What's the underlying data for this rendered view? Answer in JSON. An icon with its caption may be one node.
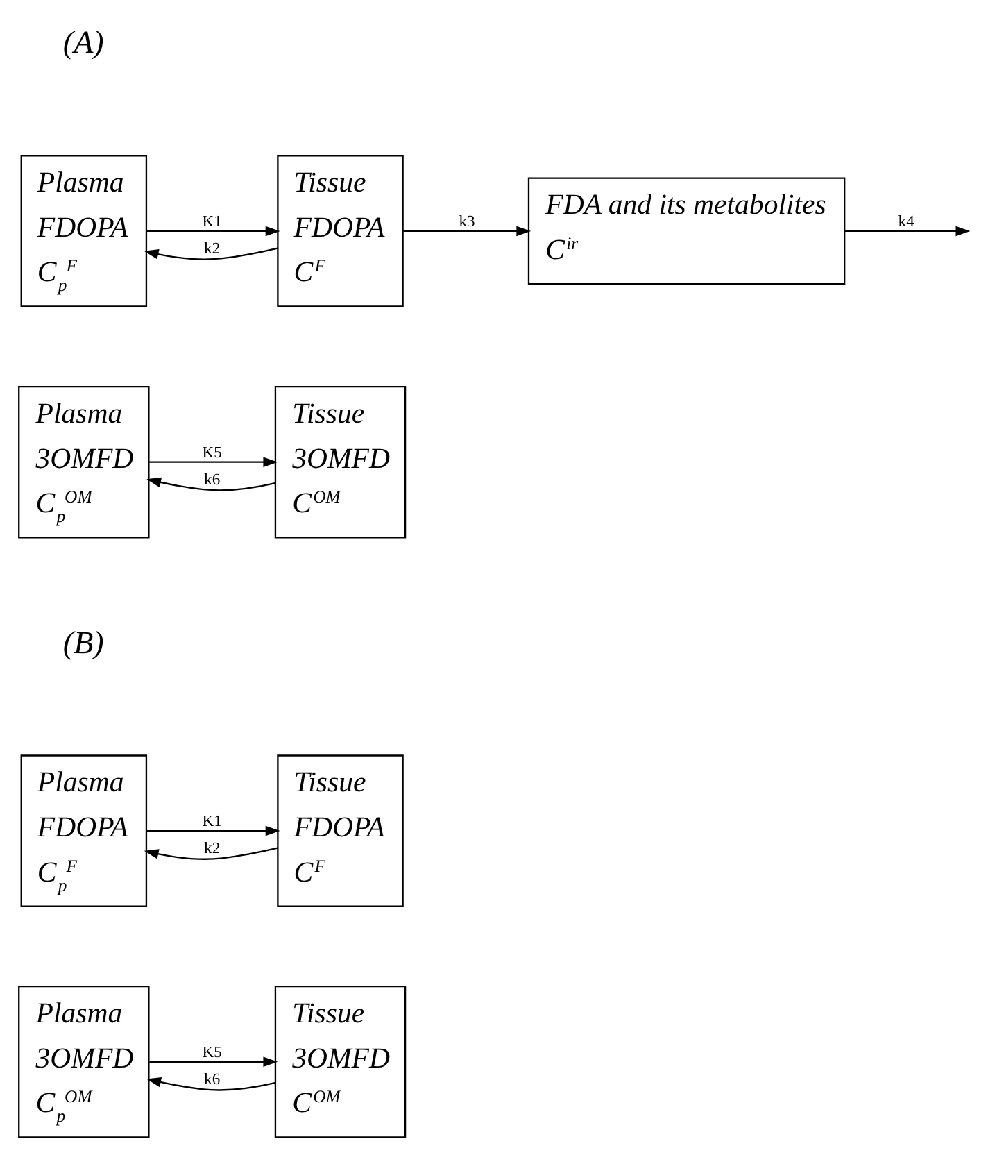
{
  "diagram": {
    "nodes": [
      {
        "text": [
          "Plasma",
          "FDOPA",
          "C$_{p}$$^{F}$"
        ]
      },
      {
        "text": [
          "Tissue",
          "FDOPA",
          "C$^{F}$"
        ]
      },
      {
        "text": [
          "FDA and its metabolites",
          "C$^{ir}$"
        ]
      },
      {
        "text": [
          "Plasma",
          "3OMFD",
          "C$_{p}$$^{OM}$"
        ]
      },
      {
        "text": [
          "Tissue",
          "3OMFD",
          "C$^{OM}$"
        ]
      },
      {
        "text": [
          "Plasma",
          "FDOPA",
          "C$_{p}$$^{F}$"
        ]
      },
      {
        "text": [
          "Tissue",
          "FDOPA",
          "C$^{F}$"
        ]
      },
      {
        "text": [
          "Plasma",
          "3OMFD",
          "C$_{p}$$^{OM}$"
        ]
      },
      {
        "text": [
          "Tissue",
          "3OMFD",
          "C$^{OM}$"
        ]
      }
    ],
    "edges": [
      {
        "from": 0,
        "to": 1,
        "arrow": "to",
        "label": "K1"
      },
      {
        "from": 1,
        "to": 0,
        "arrow": "to",
        "label": "k2"
      },
      {
        "from": 1,
        "to": 2,
        "arrow": "to",
        "label": "k3"
      },
      {
        "from": 2,
        "to": null,
        "arrow": "to",
        "label": "k4"
      },
      {
        "from": 3,
        "to": 4,
        "arrow": "to",
        "label": "K5"
      },
      {
        "from": 4,
        "to": 3,
        "arrow": "to",
        "label": "k6"
      },
      {
        "from": 5,
        "to": 6,
        "arrow": "to",
        "label": "K1"
      },
      {
        "from": 6,
        "to": 5,
        "arrow": "to",
        "label": "k2"
      },
      {
        "from": 7,
        "to": 8,
        "arrow": "to",
        "label": "K5"
      },
      {
        "from": 8,
        "to": 7,
        "arrow": "to",
        "label": "k6"
      }
    ],
    "labels": [
      "(A)",
      "(B)"
    ]
  }
}
